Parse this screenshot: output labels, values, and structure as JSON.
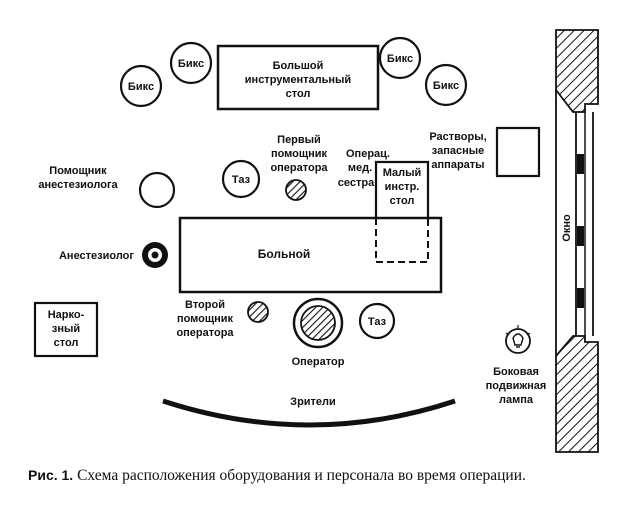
{
  "labels": {
    "big_table": [
      "Большой",
      "инструментальный",
      "стол"
    ],
    "biks": [
      "Бикс",
      "Бикс",
      "Бикс",
      "Бикс"
    ],
    "solutions": [
      "Растворы,",
      "запасные",
      "аппараты"
    ],
    "first_assistant": [
      "Первый",
      "помощник",
      "оператора"
    ],
    "scrub_nurse": [
      "Операц.",
      "мед.",
      "сестра"
    ],
    "small_table": [
      "Малый",
      "инстр.",
      "стол"
    ],
    "basin_top": "Таз",
    "basin_bottom": "Таз",
    "anesth_assistant": [
      "Помощник",
      "анестезиолога"
    ],
    "anesthesiologist": "Анестезиолог",
    "patient": "Больной",
    "window": "Окно",
    "narcosis_table": [
      "Нарко-",
      "зный",
      "стол"
    ],
    "second_assistant": [
      "Второй",
      "помощник",
      "оператора"
    ],
    "operator": "Оператор",
    "lamp": [
      "Боковая",
      "подвижная",
      "лампа"
    ],
    "spectators": "Зрители"
  },
  "caption": {
    "prefix": "Рис. 1.",
    "text": "Схема расположения оборудования и персонала во время операции."
  }
}
